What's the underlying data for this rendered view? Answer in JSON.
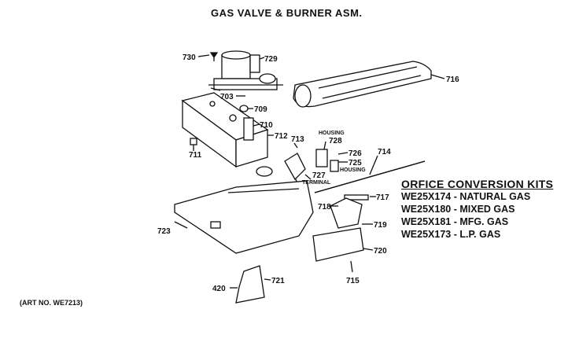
{
  "title": "GAS VALVE & BURNER ASM.",
  "art_number": "(ART NO. WE7213)",
  "kits": {
    "heading": "ORFICE CONVERSION KITS",
    "items": [
      "WE25X174 - NATURAL GAS",
      "WE25X180 - MIXED GAS",
      "WE25X181 - MFG. GAS",
      "WE25X173 - L.P. GAS"
    ]
  },
  "callouts": {
    "c730": "730",
    "c729": "729",
    "c716": "716",
    "c703": "703",
    "c709": "709",
    "c710": "710",
    "c712": "712",
    "c711": "711",
    "c713": "713",
    "c728": "728",
    "c726": "726",
    "c725": "725",
    "c714": "714",
    "c727": "727",
    "c717": "717",
    "c718": "718",
    "c719": "719",
    "c723": "723",
    "c720": "720",
    "c715": "715",
    "c721": "721",
    "c420": "420"
  },
  "labels": {
    "housing_top": "HOUSING",
    "housing_side": "HOUSING",
    "terminal": "TERMINAL"
  }
}
